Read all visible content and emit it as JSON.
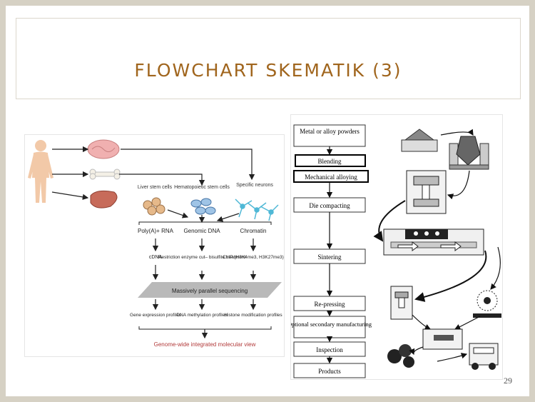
{
  "slide": {
    "title": "FLOWCHART SKEMATIK (3)",
    "page_number": "29"
  },
  "left_figure": {
    "sources": [
      "Liver stem cells",
      "Hematopoietic stem cells",
      "Specific neurons"
    ],
    "mol": [
      "Poly(A)+ RNA",
      "Genomic DNA",
      "Chromatin"
    ],
    "prep": [
      "cDNA",
      "Restriction enzyme cut– bisulfite treatment",
      "ChIP (H3K4me3, H3K27me3)"
    ],
    "sequencing": "Massively parallel sequencing",
    "profiles": [
      "Gene expression profiles",
      "DNA methylation profiles",
      "Histone modification profiles"
    ],
    "result": "Genome-wide integrated molecular view"
  },
  "right_figure": {
    "steps": [
      "Metal or alloy powders",
      "Blending",
      "Mechanical alloying",
      "Die compacting",
      "Sintering",
      "Re-pressing",
      "Optional secondary manufacturing",
      "Inspection",
      "Products"
    ]
  }
}
